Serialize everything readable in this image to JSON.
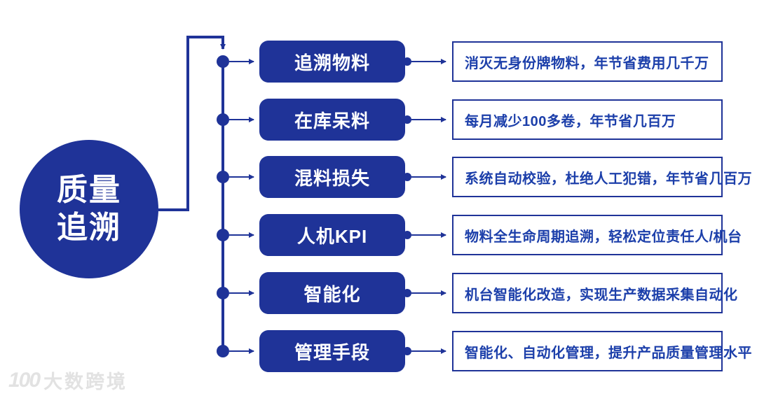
{
  "root": {
    "line1": "质量",
    "line2": "追溯"
  },
  "rows": [
    {
      "label": "追溯物料",
      "desc": "消灭无身份牌物料，年节省费用几千万"
    },
    {
      "label": "在库呆料",
      "desc": "每月减少100多卷，年节省几百万"
    },
    {
      "label": "混料损失",
      "desc": "系统自动校验，杜绝人工犯错，年节省几百万"
    },
    {
      "label": "人机KPI",
      "desc": "物料全生命周期追溯，轻松定位责任人/机台"
    },
    {
      "label": "智能化",
      "desc": "机台智能化改造，实现生产数据采集自动化"
    },
    {
      "label": "管理手段",
      "desc": "智能化、自动化管理，提升产品质量管理水平"
    }
  ],
  "watermark": {
    "logo": "100",
    "text": "大数跨境"
  },
  "colors": {
    "primary_blue": "#1F3398",
    "desc_text_blue": "#1C3FAA",
    "background": "#FFFFFF",
    "watermark_gray": "#E2E2E2"
  }
}
